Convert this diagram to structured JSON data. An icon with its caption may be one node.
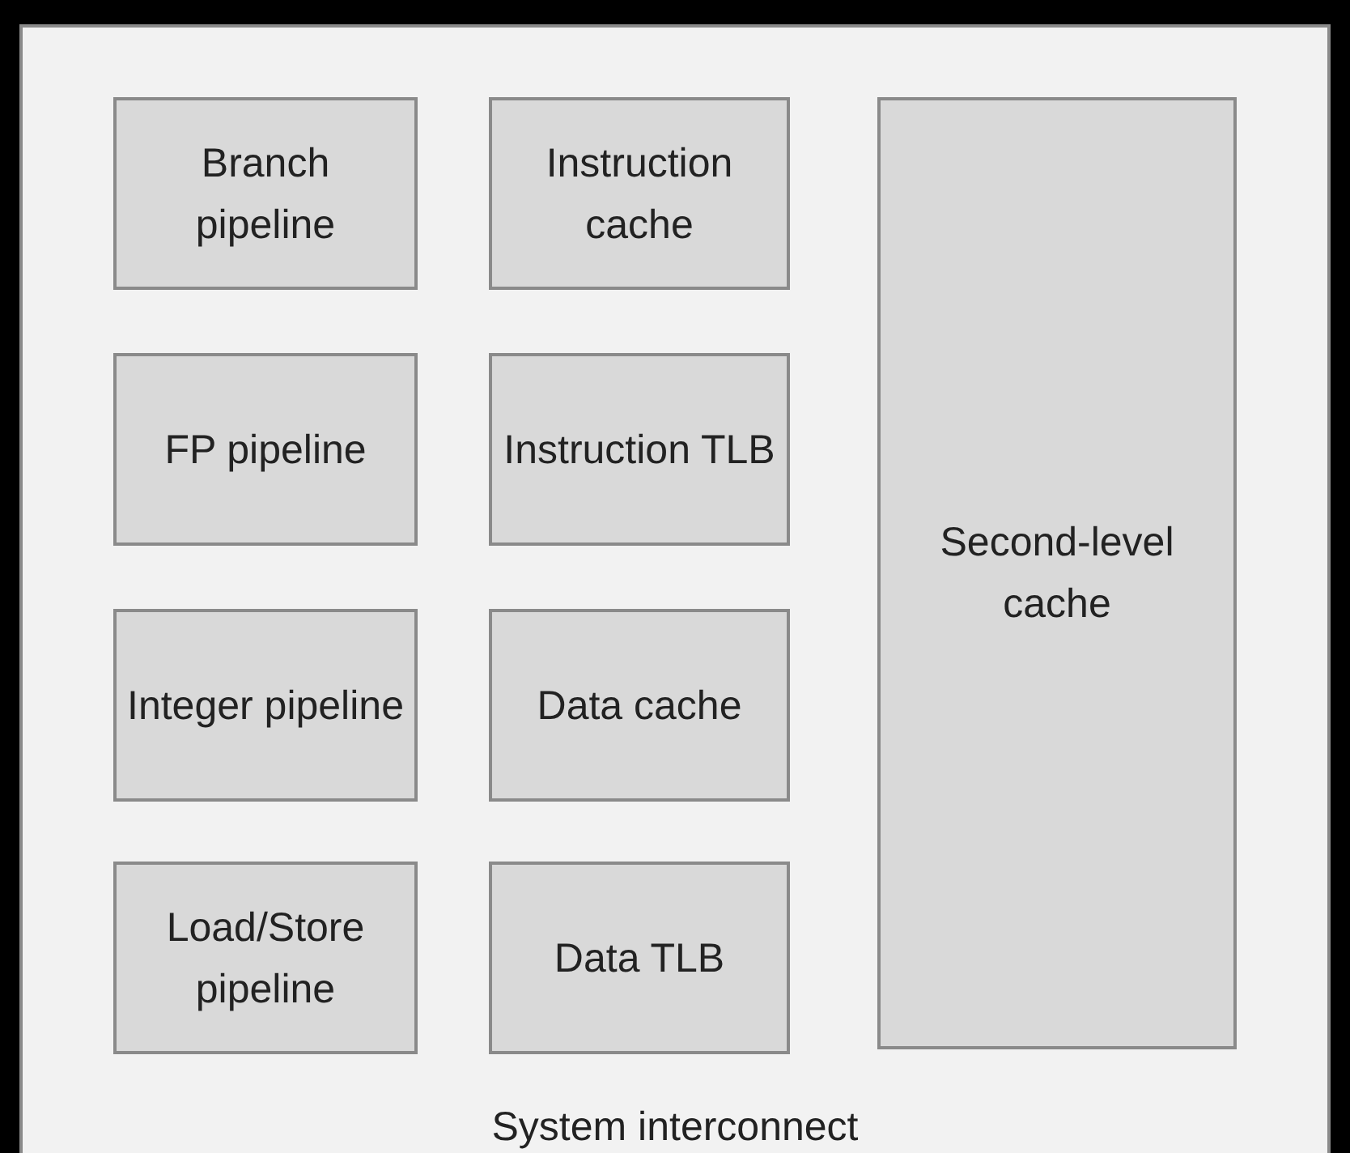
{
  "diagram": {
    "nodes": [
      {
        "text": [
          "System interconnect"
        ]
      },
      {
        "text": [
          "Branch pipeline"
        ],
        "in": 0
      },
      {
        "text": [
          "Instruction cache"
        ],
        "in": 0
      },
      {
        "text": [
          "Second-level cache"
        ],
        "in": 0
      },
      {
        "text": [
          "FP pipeline"
        ],
        "in": 0
      },
      {
        "text": [
          "Instruction TLB"
        ],
        "in": 0
      },
      {
        "text": [
          "Integer pipeline"
        ],
        "in": 0
      },
      {
        "text": [
          "Data cache"
        ],
        "in": 0
      },
      {
        "text": [
          "Load/Store pipeline"
        ],
        "in": 0
      },
      {
        "text": [
          "Data TLB"
        ],
        "in": 0
      }
    ],
    "edges": []
  }
}
